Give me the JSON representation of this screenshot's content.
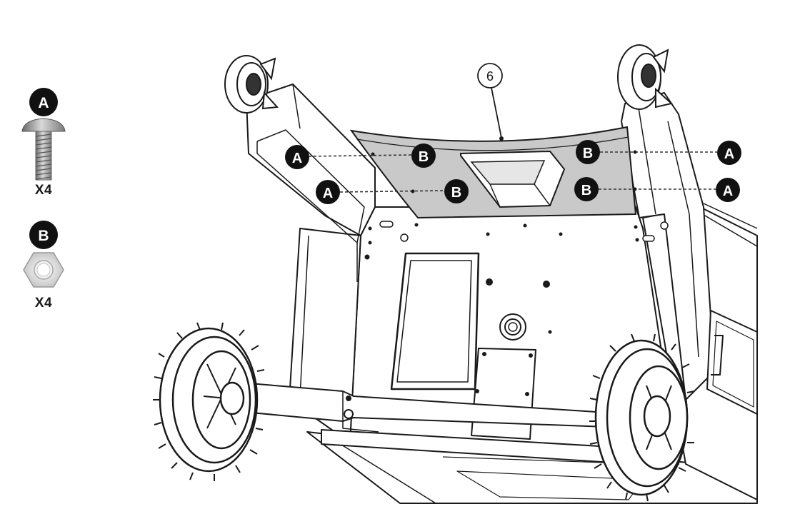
{
  "hardware": [
    {
      "letter": "A",
      "quantity": "X4",
      "icon": "bolt-icon"
    },
    {
      "letter": "B",
      "quantity": "X4",
      "icon": "hex-nut-icon"
    }
  ],
  "callout": {
    "number": "6"
  },
  "fastener_markers": {
    "bolt_letter": "A",
    "nut_letter": "B"
  },
  "colors": {
    "line": "#1a1a1a",
    "panel_fill": "#c9c9c9",
    "marker_fill": "#111111",
    "marker_text": "#ffffff"
  }
}
